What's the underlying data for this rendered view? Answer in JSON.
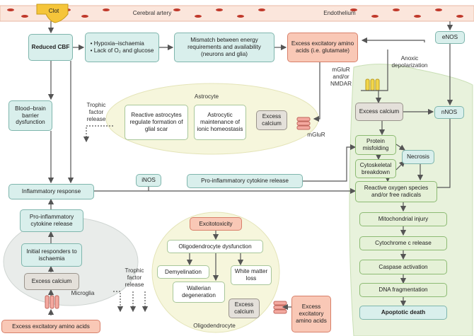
{
  "top_bar": {
    "clot": "Clot",
    "cerebral_artery": "Cerebral artery",
    "endothelium": "Endothelium"
  },
  "boxes": {
    "reduced_cbf": "Reduced CBF",
    "hypoxia_items": [
      "Hypoxia–ischaemia",
      "Lack of O₂ and glucose"
    ],
    "mismatch": "Mismatch between energy requirements and availability (neurons and glia)",
    "excess_eaa_top": "Excess excitatory amino acids (i.e. glutamate)",
    "enos": "eNOS",
    "bbb": "Blood–brain barrier dysfunction",
    "reactive_astro": "Reactive astrocytes regulate formation of glial scar",
    "astro_maint": "Astrocytic maintenance of ionic homeostasis",
    "excess_calcium_astro": "Excess calcium",
    "excess_calcium_neuron": "Excess calcium",
    "nnos": "nNOS",
    "protein_misfolding": "Protein misfolding",
    "cytoskeletal": "Cytoskeletal breakdown",
    "necrosis": "Necrosis",
    "inos": "iNOS",
    "pro_inflam_release": "Pro-inflammatory cytokine release",
    "inflammatory_response": "Inflammatory response",
    "ros": "Reactive oxygen species and/or free radicals",
    "pro_inflam_cytokine": "Pro-inflammatory cytokine release",
    "excitotoxicity": "Excitotoxicity",
    "oligo_dysfunction": "Oligodendrocyte dysfunction",
    "mito_injury": "Mitochondrial injury",
    "initial_responders": "Initial responders to ischaemia",
    "cyto_c": "Cytochrome c release",
    "demyelination": "Demyelination",
    "white_matter": "White matter loss",
    "caspase": "Caspase activation",
    "excess_calcium_micro": "Excess calcium",
    "wallerian": "Wallerian degeneration",
    "dna_frag": "DNA fragmentation",
    "excess_calcium_oligo": "Excess calcium",
    "excess_eaa_oligo": "Excess excitatory amino acids",
    "apoptotic": "Apoptotic death",
    "excess_eaa_bottom": "Excess excitatory amino acids"
  },
  "labels": {
    "astrocyte": "Astrocyte",
    "trophic_top": "Trophic factor release",
    "mglur_nmdar": "mGluR and/or NMDAR",
    "anoxic": "Anoxic depolarization",
    "mglur": "mGluR",
    "microglia": "Microglia",
    "trophic_bottom": "Trophic factor release",
    "oligodendrocyte": "Oligodendrocyte"
  },
  "colors": {
    "teal": "#d9efec",
    "salmon": "#f9c8b6",
    "clot": "#f5c53a",
    "artery": "#fbe6dc",
    "rbc": "#c0392b",
    "neuron_bg": "#e8f2dc",
    "glia_bg": "#f6f6dc"
  }
}
